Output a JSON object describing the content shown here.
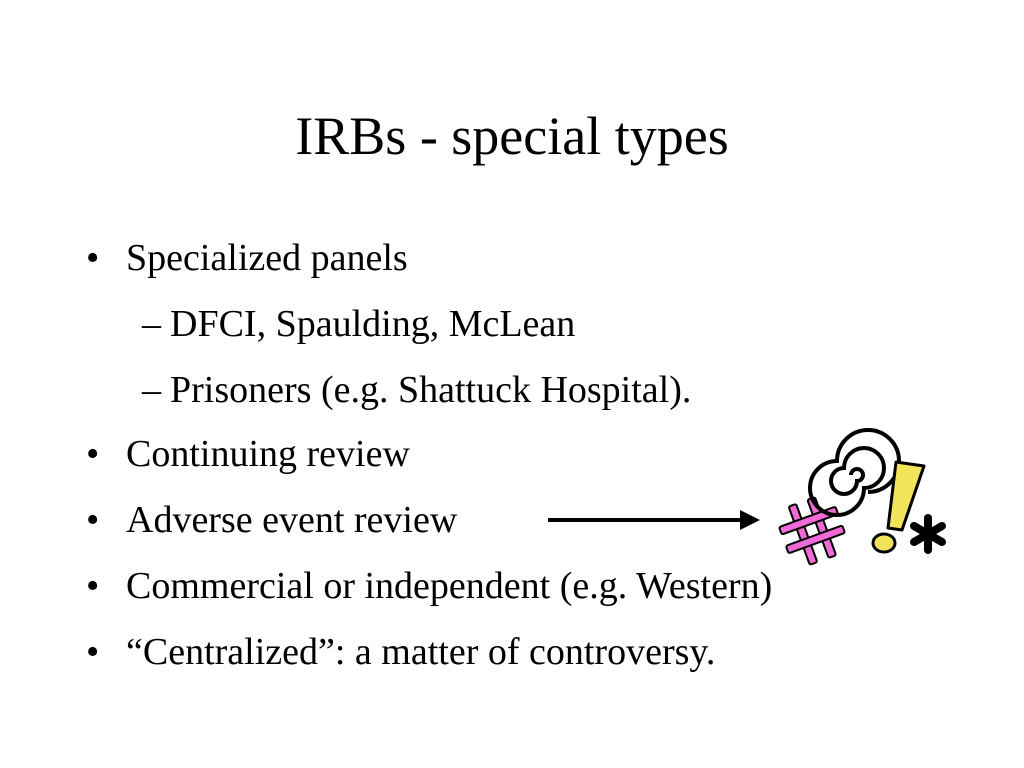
{
  "slide": {
    "title": "IRBs - special types",
    "bullet_glyph": "•",
    "dash_glyph": "–",
    "items": [
      {
        "level": 1,
        "text": "Specialized panels"
      },
      {
        "level": 2,
        "text": "DFCI, Spaulding, McLean"
      },
      {
        "level": 2,
        "text": "Prisoners (e.g. Shattuck Hospital)."
      },
      {
        "level": 1,
        "text": "Continuing review"
      },
      {
        "level": 1,
        "text": "Adverse event review"
      },
      {
        "level": 1,
        "text": "Commercial or independent (e.g. Western)"
      },
      {
        "level": 1,
        "text": "“Centralized”: a matter of controversy."
      }
    ]
  },
  "clipart": {
    "icons": [
      "arrow-right-icon",
      "hash-icon",
      "spiral-icon",
      "exclamation-icon",
      "asterisk-icon"
    ],
    "colors": {
      "hash": "#f06ad8",
      "exclamation": "#f2e45a",
      "outline": "#000000"
    }
  }
}
